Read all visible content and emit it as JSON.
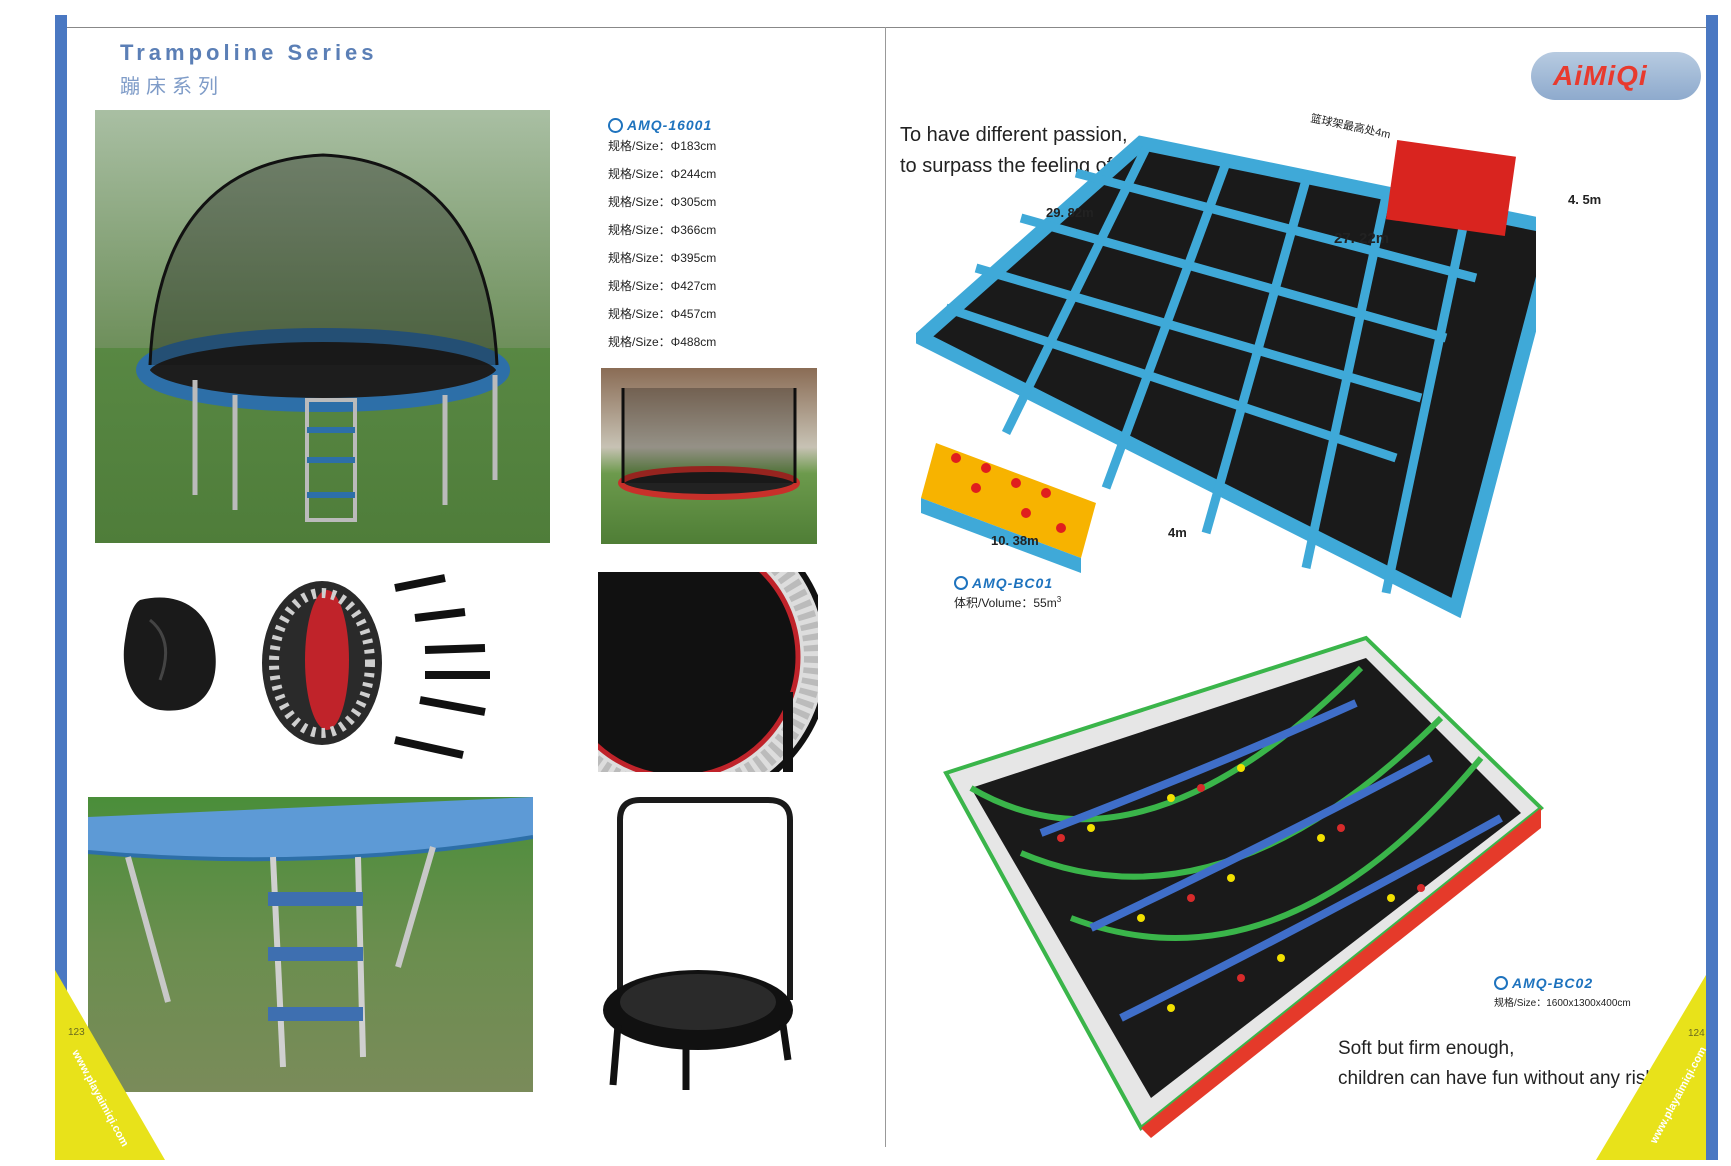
{
  "left_page": {
    "title_en": "Trampoline Series",
    "title_cn": "蹦床系列",
    "product": {
      "model": "AMQ-16001",
      "sizes": [
        "规格/Size：Φ183cm",
        "规格/Size：Φ244cm",
        "规格/Size：Φ305cm",
        "规格/Size：Φ366cm",
        "规格/Size：Φ395cm",
        "规格/Size：Φ427cm",
        "规格/Size：Φ457cm",
        "规格/Size：Φ488cm"
      ]
    },
    "page_number": "123",
    "website": "www.playaimiqi.com"
  },
  "right_page": {
    "logo": "AiMiQi",
    "tagline_1": [
      "To have different passion,",
      "to surpass the feeling of fly."
    ],
    "park1": {
      "model": "AMQ-BC01",
      "volume": "体积/Volume：55m",
      "volume_sup": "3",
      "dims": {
        "length": "29. 82m",
        "width": "27. 22m",
        "height": "4. 5m",
        "pit_length": "10. 38m",
        "pit_width": "4m",
        "hoop_note": "篮球架最高处4m"
      }
    },
    "park2": {
      "model": "AMQ-BC02",
      "size": "规格/Size：1600x1300x400cm"
    },
    "tagline_2": [
      "Soft but firm enough,",
      "children can have fun without any risk."
    ],
    "page_number": "124",
    "website": "www.playaimiqi.com"
  },
  "colors": {
    "accent_blue": "#1e73be",
    "title_blue": "#5b7fb6",
    "corner_yellow": "#e8e21a",
    "edge_blue": "#4a78c2",
    "park_blue": "#3fa9d8",
    "park_green": "#3ab54a"
  }
}
